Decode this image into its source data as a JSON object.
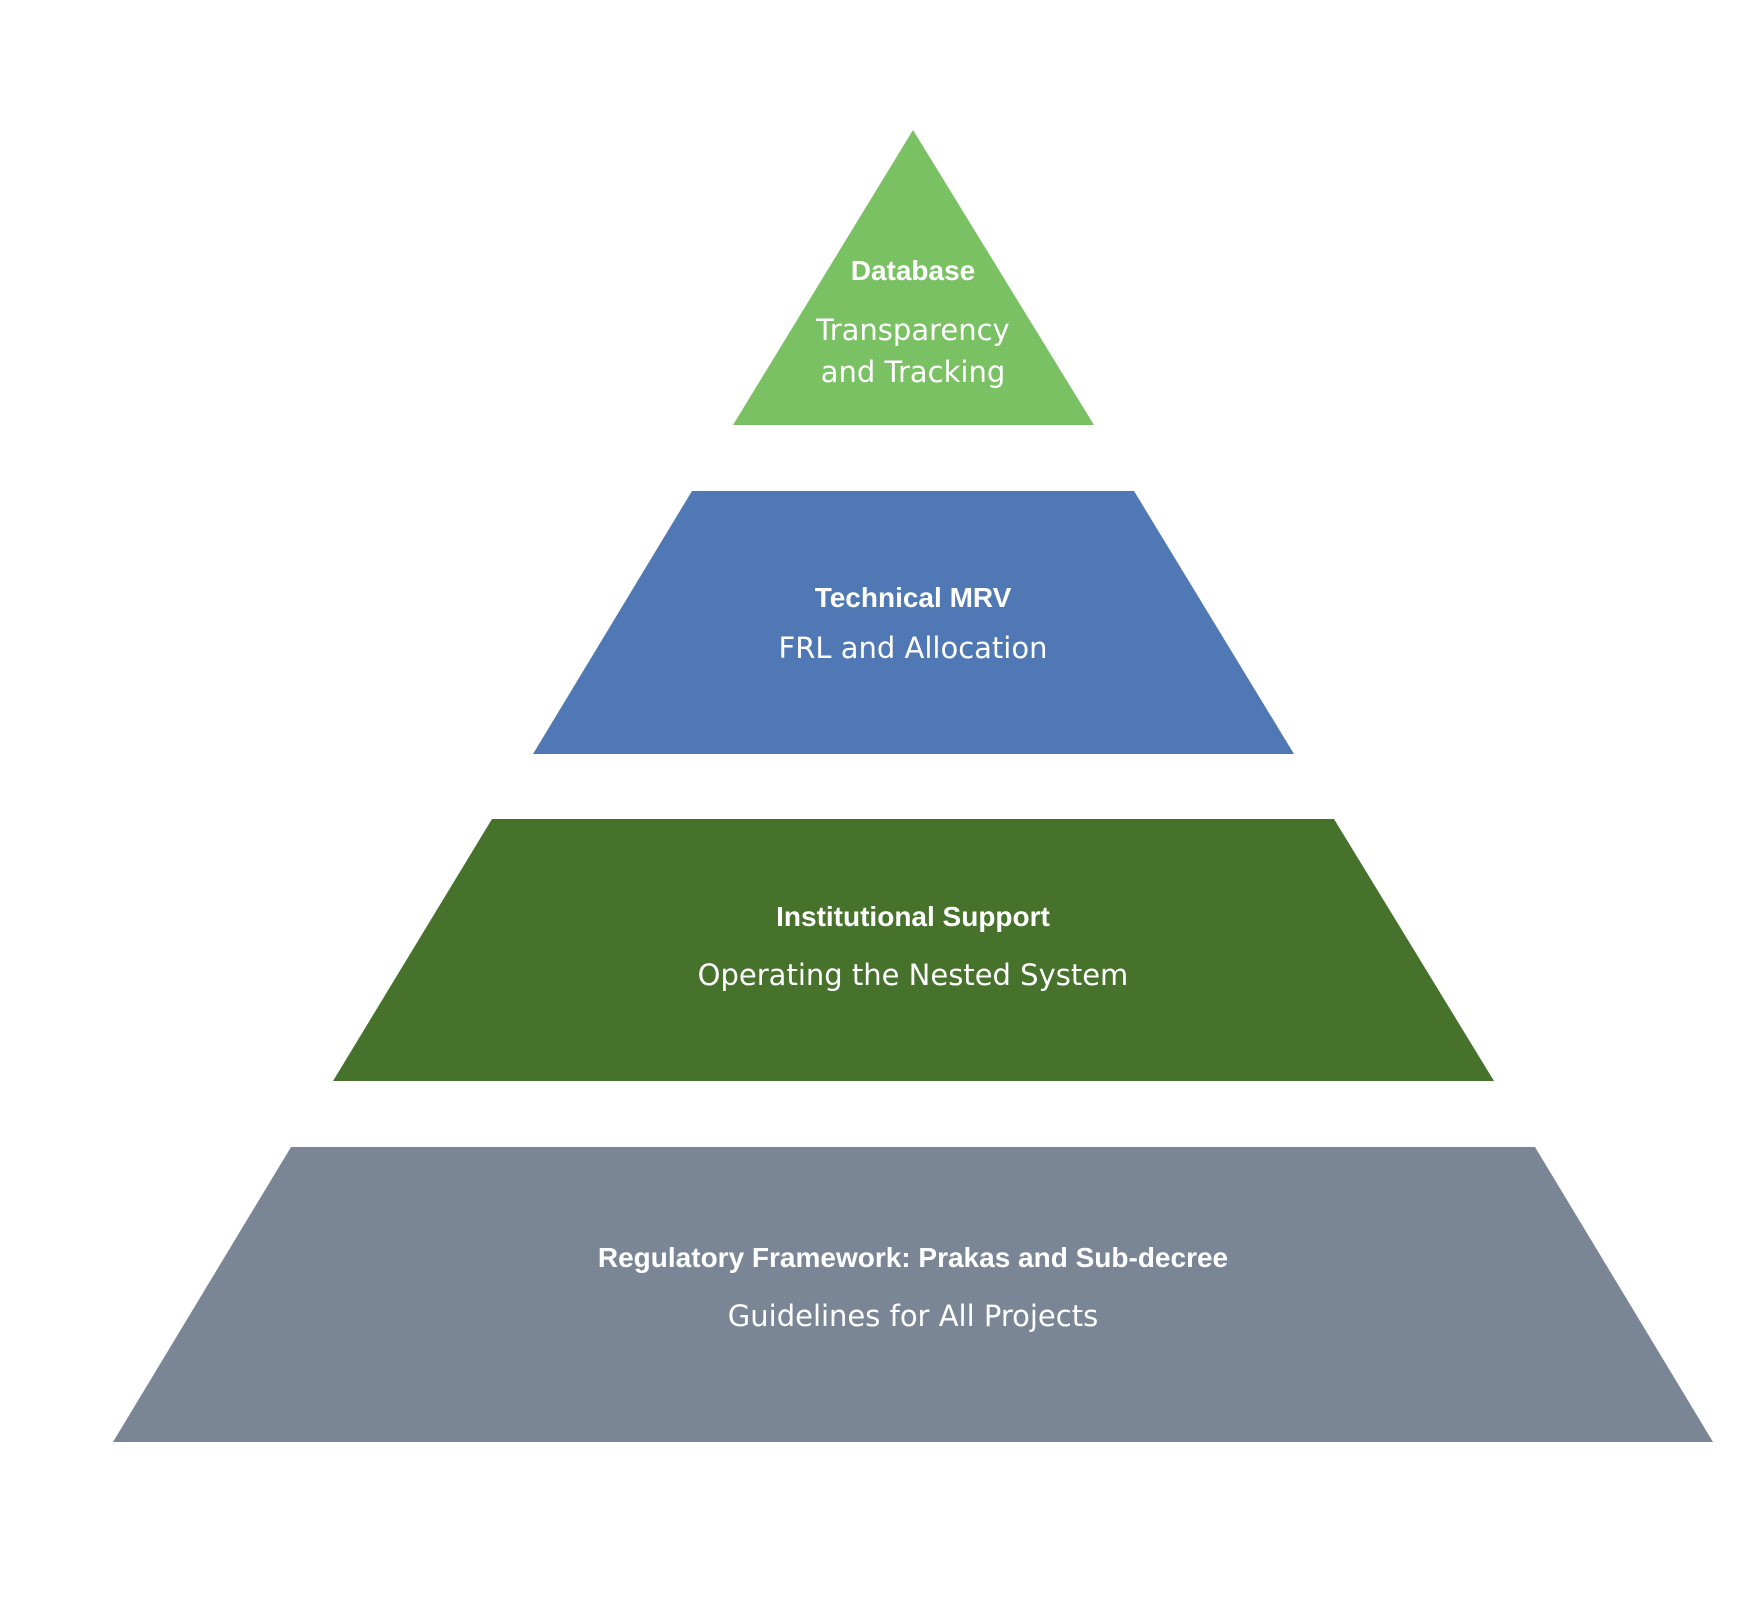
{
  "tiers": [
    {
      "id": "database",
      "title": "Database",
      "subtitle_lines": [
        "Transparency",
        "and Tracking"
      ],
      "color": "#79c163"
    },
    {
      "id": "technical-mrv",
      "title": "Technical MRV",
      "subtitle_lines": [
        "FRL and Allocation"
      ],
      "color": "#4f78b5"
    },
    {
      "id": "institutional-support",
      "title": "Institutional Support",
      "subtitle_lines": [
        "Operating the Nested System"
      ],
      "color": "#46722c"
    },
    {
      "id": "regulatory-framework",
      "title": "Regulatory Framework: Prakas and Sub-decree",
      "subtitle_lines": [
        "Guidelines for All Projects"
      ],
      "color": "#7a8696"
    }
  ]
}
